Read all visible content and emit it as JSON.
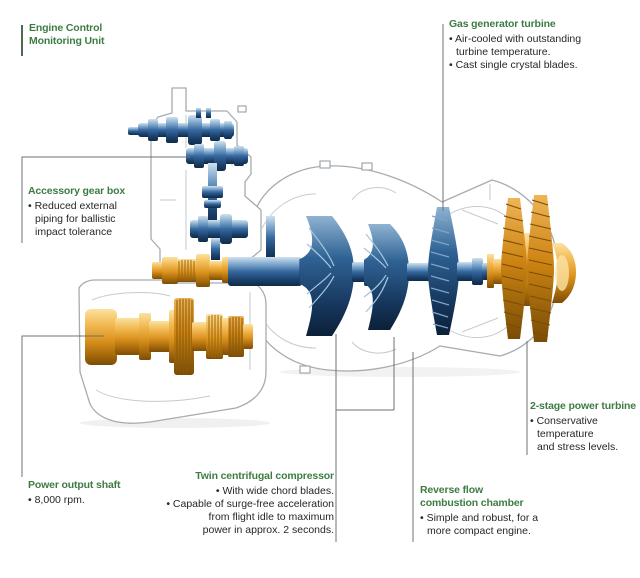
{
  "colors": {
    "heading_green": "#3d7c42",
    "body_text": "#262626",
    "leader_line_gray": "#6e7377",
    "ecmu_bar": "#4e6a52",
    "engine_blue": "#35689f",
    "engine_orange": "#dc9420"
  },
  "labels": {
    "engine_control_monitoring_unit": {
      "title": "Engine Control\nMonitoring Unit",
      "bullets": []
    },
    "gas_generator_turbine": {
      "title": "Gas generator turbine",
      "bullets": [
        "• Air-cooled with outstanding\nturbine temperature.",
        "• Cast single crystal blades."
      ]
    },
    "accessory_gear_box": {
      "title": "Accessory gear box",
      "bullets": [
        "• Reduced external\npiping for ballistic\nimpact tolerance"
      ]
    },
    "power_output_shaft": {
      "title": "Power output shaft",
      "bullets": [
        "• 8,000 rpm."
      ]
    },
    "twin_centrifugal_compressor": {
      "title": "Twin centrifugal compressor",
      "bullets": [
        "• With wide chord blades.",
        "• Capable of surge-free acceleration\nfrom flight idle to maximum\npower in approx. 2 seconds."
      ]
    },
    "reverse_flow_combustion_chamber": {
      "title": "Reverse flow\ncombustion chamber",
      "bullets": [
        "• Simple and robust, for a\nmore compact engine."
      ]
    },
    "two_stage_power_turbine": {
      "title": "2-stage power turbine",
      "bullets": [
        "• Conservative\ntemperature\nand stress levels."
      ]
    }
  }
}
